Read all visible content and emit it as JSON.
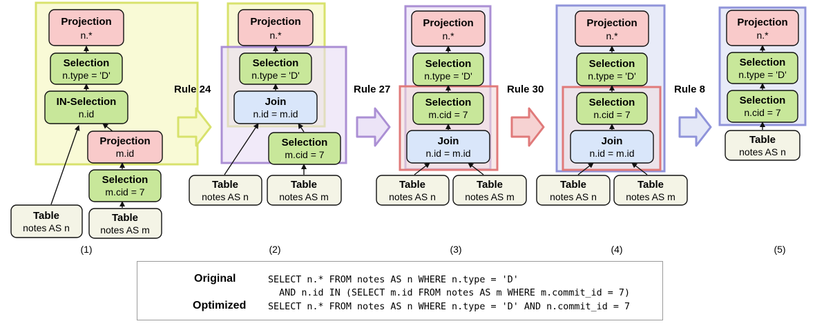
{
  "colors": {
    "projection_fill": "#f9caca",
    "selection_fill": "#c8e79a",
    "join_fill": "#d9e6fa",
    "table_fill": "#f4f4e6",
    "yellow_region": "#d8e26c",
    "purple_region": "#ab8fd4",
    "red_region": "#e07a7a",
    "blue_region": "#8f93da"
  },
  "panels": {
    "p1": {
      "label": "(1)",
      "projection": {
        "title": "Projection",
        "sub": "n.*"
      },
      "selection": {
        "title": "Selection",
        "sub": "n.type = 'D'"
      },
      "in_selection": {
        "title": "IN-Selection",
        "sub": "n.id"
      },
      "projection_m": {
        "title": "Projection",
        "sub": "m.id"
      },
      "selection_m": {
        "title": "Selection",
        "sub": "m.cid = 7"
      },
      "table_n": {
        "title": "Table",
        "sub": "notes AS n"
      },
      "table_m": {
        "title": "Table",
        "sub": "notes AS m"
      }
    },
    "p2": {
      "label": "(2)",
      "projection": {
        "title": "Projection",
        "sub": "n.*"
      },
      "selection": {
        "title": "Selection",
        "sub": "n.type = 'D'"
      },
      "join": {
        "title": "Join",
        "sub": "n.id = m.id"
      },
      "selection_m": {
        "title": "Selection",
        "sub": "m.cid = 7"
      },
      "table_n": {
        "title": "Table",
        "sub": "notes AS n"
      },
      "table_m": {
        "title": "Table",
        "sub": "notes AS m"
      }
    },
    "p3": {
      "label": "(3)",
      "projection": {
        "title": "Projection",
        "sub": "n.*"
      },
      "selection": {
        "title": "Selection",
        "sub": "n.type = 'D'"
      },
      "selection2": {
        "title": "Selection",
        "sub": "m.cid = 7"
      },
      "join": {
        "title": "Join",
        "sub": "n.id = m.id"
      },
      "table_n": {
        "title": "Table",
        "sub": "notes AS n"
      },
      "table_m": {
        "title": "Table",
        "sub": "notes AS m"
      }
    },
    "p4": {
      "label": "(4)",
      "projection": {
        "title": "Projection",
        "sub": "n.*"
      },
      "selection": {
        "title": "Selection",
        "sub": "n.type = 'D'"
      },
      "selection2": {
        "title": "Selection",
        "sub": "n.cid = 7"
      },
      "join": {
        "title": "Join",
        "sub": "n.id = m.id"
      },
      "table_n": {
        "title": "Table",
        "sub": "notes AS n"
      },
      "table_m": {
        "title": "Table",
        "sub": "notes AS m"
      }
    },
    "p5": {
      "label": "(5)",
      "projection": {
        "title": "Projection",
        "sub": "n.*"
      },
      "selection": {
        "title": "Selection",
        "sub": "n.type = 'D'"
      },
      "selection2": {
        "title": "Selection",
        "sub": "n.cid = 7"
      },
      "table_n": {
        "title": "Table",
        "sub": "notes AS n"
      }
    }
  },
  "rules": {
    "r1": "Rule 24",
    "r2": "Rule 27",
    "r3": "Rule 30",
    "r4": "Rule 8"
  },
  "sql": {
    "original_label": "Original",
    "original_line1": "SELECT n.* FROM notes AS n WHERE n.type = 'D'",
    "original_line2": "  AND n.id IN (SELECT m.id FROM notes AS m WHERE m.commit_id = 7)",
    "optimized_label": "Optimized",
    "optimized_line": "SELECT n.* FROM notes AS n WHERE n.type = 'D' AND n.commit_id = 7"
  }
}
